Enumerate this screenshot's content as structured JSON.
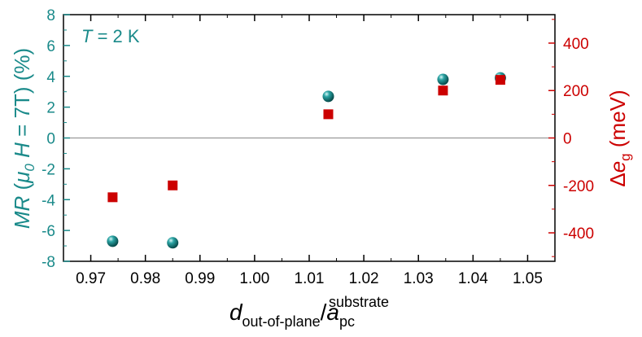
{
  "chart_data": {
    "type": "scatter",
    "annotation": {
      "italic": "T",
      "rest": " = 2 K"
    },
    "xlabel": {
      "main": "d",
      "sub": "out-of-plane",
      "slash": "/",
      "main2": "a",
      "sub2": "pc",
      "sup2": "substrate"
    },
    "ylabel_left": {
      "parts": [
        "MR",
        " (",
        "μ",
        "0",
        " H",
        " = 7T)  (%)"
      ]
    },
    "ylabel_right": {
      "delta": "Δ",
      "e": "e",
      "sub": "g",
      "unit": " (meV)"
    },
    "xlim": [
      0.965,
      1.055
    ],
    "ylim_left": [
      -8,
      8
    ],
    "ylim_right": [
      -520,
      520
    ],
    "x_ticks": [
      "0.97",
      "0.98",
      "0.99",
      "1.00",
      "1.01",
      "1.02",
      "1.03",
      "1.04",
      "1.05"
    ],
    "y_left_ticks": [
      "8",
      "6",
      "4",
      "2",
      "0",
      "-2",
      "-4",
      "-6",
      "-8"
    ],
    "y_right_ticks": [
      "400",
      "200",
      "0",
      "-200",
      "-400"
    ],
    "zero_line": true,
    "colors": {
      "left_axis": "#1a8a8a",
      "right_axis": "#cc0000",
      "sphere_dark": "#0b5a5a",
      "sphere_light": "#9fe0e0"
    },
    "series": [
      {
        "axis": "left",
        "marker": "sphere",
        "points": [
          {
            "x": 0.974,
            "y": -6.7
          },
          {
            "x": 0.985,
            "y": -6.8
          },
          {
            "x": 1.0135,
            "y": 2.7
          },
          {
            "x": 1.0345,
            "y": 3.8
          },
          {
            "x": 1.045,
            "y": 3.9
          }
        ]
      },
      {
        "axis": "right",
        "marker": "square",
        "points": [
          {
            "x": 0.974,
            "y": -250
          },
          {
            "x": 0.985,
            "y": -200
          },
          {
            "x": 1.0135,
            "y": 100
          },
          {
            "x": 1.0345,
            "y": 200
          },
          {
            "x": 1.045,
            "y": 245
          }
        ]
      }
    ]
  }
}
